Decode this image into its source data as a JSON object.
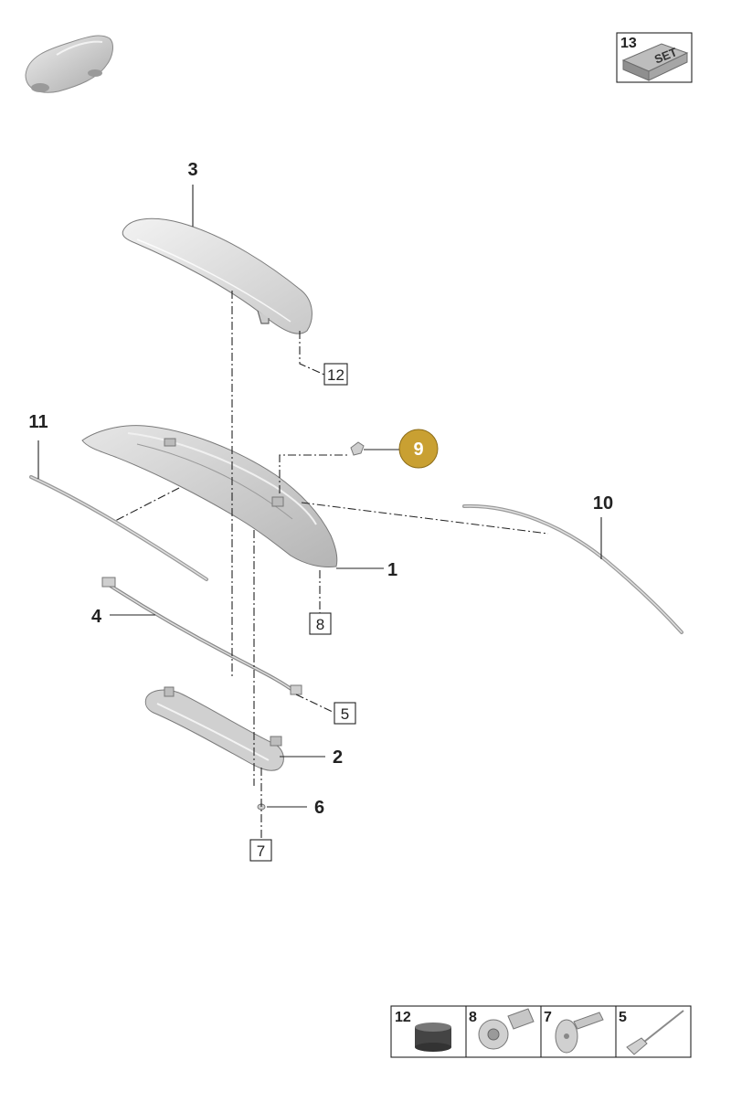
{
  "diagram": {
    "callouts": {
      "c1": "1",
      "c2": "2",
      "c3": "3",
      "c4": "4",
      "c6": "6",
      "c9": "9",
      "c10": "10",
      "c11": "11"
    },
    "boxed_labels": {
      "b5": "5",
      "b7": "7",
      "b8": "8",
      "b12": "12"
    },
    "set_badge": {
      "number": "13",
      "text": "SET"
    },
    "legend": [
      {
        "number": "12"
      },
      {
        "number": "8"
      },
      {
        "number": "7"
      },
      {
        "number": "5"
      }
    ],
    "colors": {
      "highlight": "#c9a032",
      "part_fill": "#d6d6d6",
      "line": "#222222"
    }
  }
}
